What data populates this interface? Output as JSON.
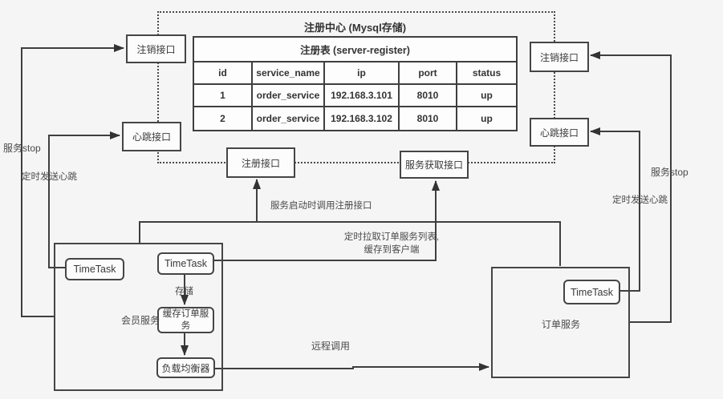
{
  "registry": {
    "title": "注册中心  (Mysql存储)",
    "table": {
      "title": "注册表 (server-register)",
      "columns": [
        "id",
        "service_name",
        "ip",
        "port",
        "status"
      ],
      "rows": [
        [
          "1",
          "order_service",
          "192.168.3.101",
          "8010",
          "up"
        ],
        [
          "2",
          "order_service",
          "192.168.3.102",
          "8010",
          "up"
        ]
      ]
    },
    "interfaces": {
      "logout_left": "注销接口",
      "heartbeat_left": "心跳接口",
      "logout_right": "注销接口",
      "heartbeat_right": "心跳接口",
      "register": "注册接口",
      "service_fetch": "服务获取接口"
    }
  },
  "member_service": {
    "label": "会员服务",
    "timetask_left": "TimeTask",
    "timetask_right": "TimeTask",
    "cache_order_service": "缓存订单服务",
    "load_balancer": "负载均衡器",
    "store_label": "存储"
  },
  "order_service": {
    "label": "订单服务",
    "timetask": "TimeTask"
  },
  "edge_labels": {
    "stop_left": "服务stop",
    "heartbeat_send_left": "定时发送心跳",
    "stop_right": "服务stop",
    "heartbeat_send_right": "定时发送心跳",
    "register_call": "服务启动时调用注册接口",
    "pull_list_line1": "定时拉取订单服务列表,",
    "pull_list_line2": "缓存到客户端",
    "remote_call": "远程调用"
  },
  "colors": {
    "background": "#f5f5f5",
    "line": "#3f3f3f",
    "box_fill": "#fcfcfc",
    "text": "#333333"
  }
}
